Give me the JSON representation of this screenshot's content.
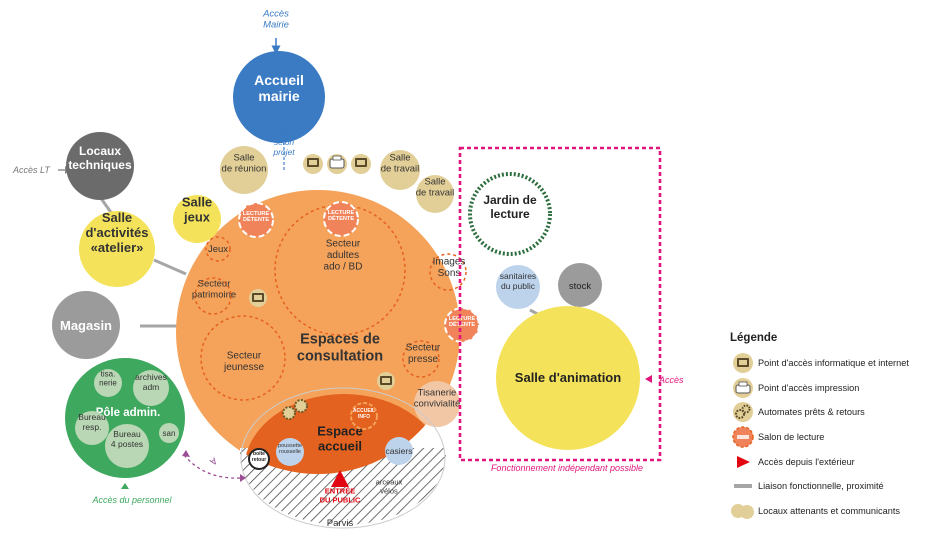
{
  "access": {
    "mairie": "Accès\nMairie",
    "lt": "Accès LT",
    "personnel": "Accès du personnel",
    "animation": "Accès"
  },
  "rooms": {
    "accueil_mairie": "Accueil\nmairie",
    "lien_projet": "lien\nselon\nprojet",
    "locaux_techniques": "Locaux\ntechniques",
    "salle_reunion": "Salle\nde réunion",
    "salle_travail_1": "Salle\nde travail",
    "salle_travail_2": "Salle\nde travail",
    "salle_jeux": "Salle\njeux",
    "salle_atelier": "Salle\nd'activités\n«atelier»",
    "magasin": "Magasin",
    "jardin": "Jardin de\nlecture",
    "sanitaires": "sanitaires\ndu public",
    "stock": "stock",
    "salle_animation": "Salle d'animation",
    "fonctionnement": "Fonctionnement indépendant possible"
  },
  "main": {
    "title": "Espaces de\nconsultation",
    "jeux": "Jeux",
    "secteur_patrimoine": "Secteur\npatrimoine",
    "secteur_jeunesse": "Secteur\njeunesse",
    "secteur_adultes": "Secteur\nadultes\nado / BD",
    "images_sons": "Images\nSons",
    "secteur_presse": "Secteur\npresse",
    "tisanerie": "Tisanerie\nconvivialité",
    "lecture_detente": "LECTURE\nDÉTENTE"
  },
  "accueil": {
    "title": "Espace\naccueil",
    "accueil_info": "ACCUEIL\nINFO",
    "poussette": "poussette\nrousselle",
    "casiers": "casiers",
    "boite_retour": "boîte\nretour",
    "arceaux": "arceaux\nvélos",
    "entree": "ENTRÉE\nDU PUBLIC",
    "parvis": "Parvis"
  },
  "pole": {
    "title": "Pôle admin.",
    "tisanerie": "tisa.\nnerie",
    "archives": "archives\nadm",
    "bureau_resp": "Bureau\nresp.",
    "bureau_4": "Bureau\n4 postes",
    "san": "san"
  },
  "legend": {
    "title": "Légende",
    "items": [
      {
        "icon": "computer-icon",
        "label": "Point d'accès informatique et internet"
      },
      {
        "icon": "printer-icon",
        "label": "Point d'accès impression"
      },
      {
        "icon": "gears-icon",
        "label": "Automates prêts & retours"
      },
      {
        "icon": "reading-lounge-icon",
        "label": "Salon de lecture"
      },
      {
        "icon": "red-arrow-icon",
        "label": "Accès depuis l'extérieur"
      },
      {
        "icon": "gray-line-icon",
        "label": "Liaison fonctionnelle, proximité"
      },
      {
        "icon": "adjacent-circles-icon",
        "label": "Locaux attenants et communicants"
      }
    ]
  },
  "colors": {
    "orange": "#f5a25a",
    "dark_orange": "#e4621f",
    "blue": "#3a7bc4",
    "yellow": "#f4e35a",
    "gray": "#9b9b9b",
    "dark_gray": "#6b6b6b",
    "green": "#3ea85f",
    "tan": "#e2cf97",
    "light_blue": "#bdd3ec",
    "pink": "#e0167c"
  }
}
